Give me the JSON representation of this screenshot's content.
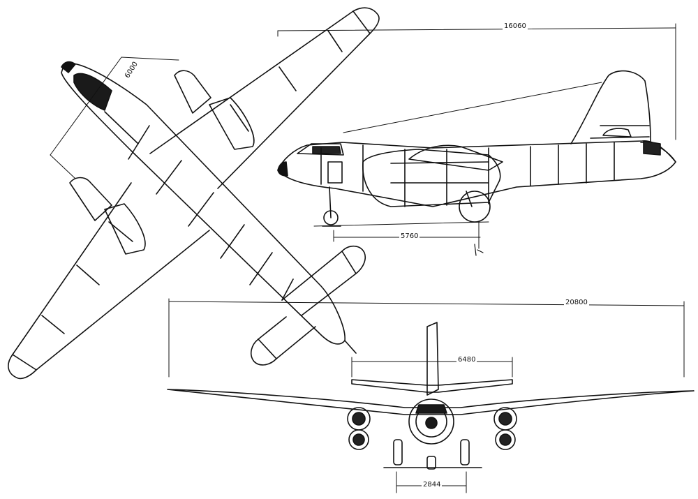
{
  "dimensions": {
    "length": "16060",
    "wheelbase": "5760",
    "span": "20800",
    "tailplane_span": "6480",
    "track": "2844",
    "engine_spacing": "6000"
  }
}
